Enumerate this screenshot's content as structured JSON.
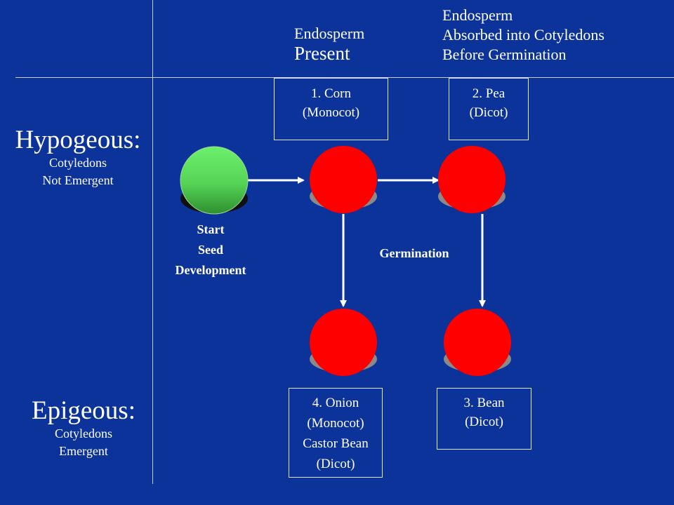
{
  "columns": {
    "endosperm_present": {
      "line1": "Endosperm",
      "line2": "Present"
    },
    "endosperm_absorbed": {
      "line1": "Endosperm",
      "line2": "Absorbed into Cotyledons",
      "line3": "Before Germination"
    }
  },
  "rows": {
    "hypogeous": {
      "title": "Hypogeous:",
      "sub1": "Cotyledons",
      "sub2": "Not Emergent"
    },
    "epigeous": {
      "title": "Epigeous:",
      "sub1": "Cotyledons",
      "sub2": "Emergent"
    }
  },
  "boxes": {
    "corn": {
      "line1": "1.  Corn",
      "line2": "(Monocot)"
    },
    "pea": {
      "line1": "2.  Pea",
      "line2": "(Dicot)"
    },
    "bean": {
      "line1": "3.  Bean",
      "line2": "(Dicot)"
    },
    "onion": {
      "line1": "4. Onion",
      "line2": "(Monocot)",
      "line3": "Castor Bean",
      "line4": "(Dicot)"
    }
  },
  "labels": {
    "start1": "Start",
    "start2": "Seed",
    "start3": "Development",
    "germination": "Germination"
  },
  "colors": {
    "background": "#0c3399",
    "start_node": "#4fc84f",
    "stage_node": "#ff0000",
    "node_shadow": "#7f7f7f"
  }
}
